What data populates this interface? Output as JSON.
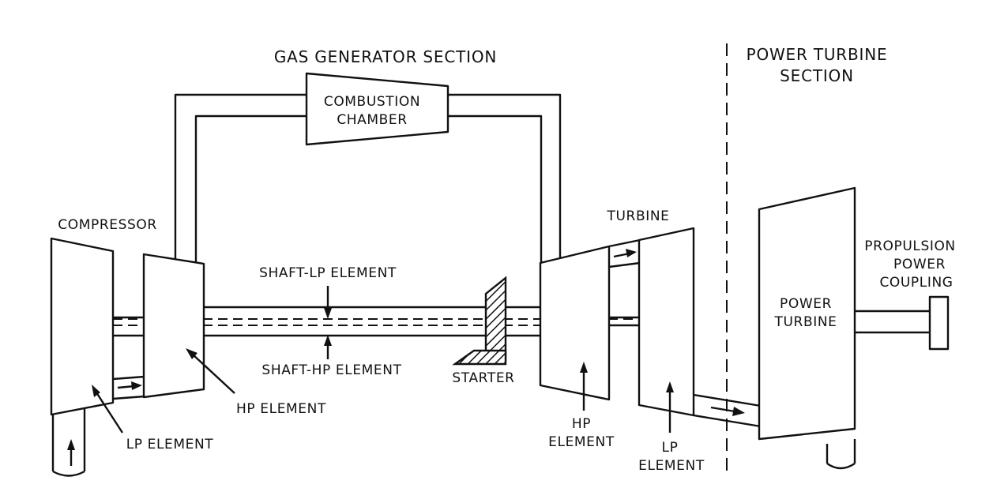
{
  "title_gas_generator": "GAS GENERATOR SECTION",
  "title_power_turbine": [
    "POWER TURBINE",
    "SECTION"
  ],
  "combustion_chamber": [
    "COMBUSTION",
    "CHAMBER"
  ],
  "compressor": "COMPRESSOR",
  "turbine": "TURBINE",
  "shaft_lp": "SHAFT-LP ELEMENT",
  "shaft_hp": "SHAFT-HP ELEMENT",
  "starter": "STARTER",
  "compressor_lp": "LP ELEMENT",
  "compressor_hp": "HP ELEMENT",
  "turbine_hp": [
    "HP",
    "ELEMENT"
  ],
  "turbine_lp": [
    "LP",
    "ELEMENT"
  ],
  "power_turbine": [
    "POWER",
    "TURBINE"
  ],
  "propulsion": [
    "PROPULSION",
    "POWER",
    "COUPLING"
  ]
}
